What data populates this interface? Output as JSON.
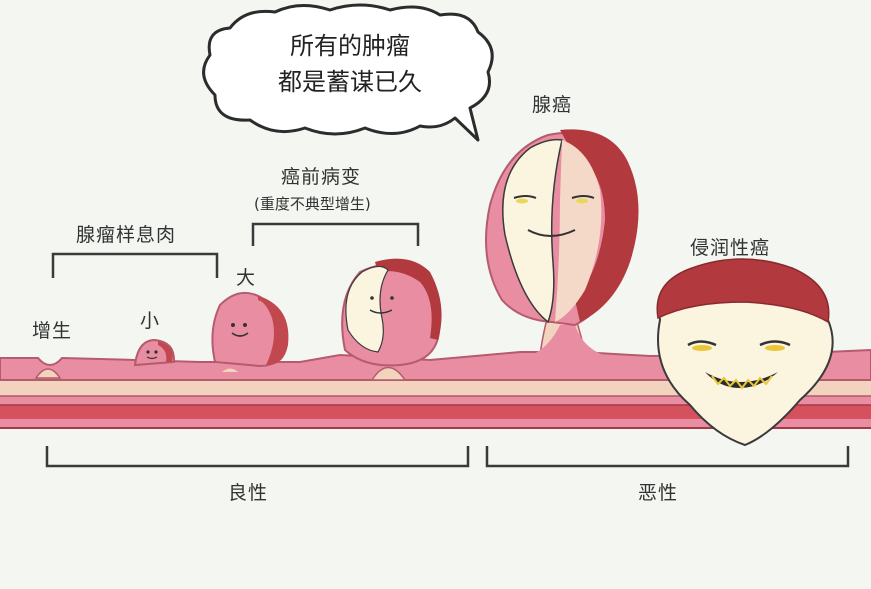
{
  "bubble": {
    "line1": "所有的肿瘤",
    "line2": "都是蓄谋已久"
  },
  "stages": {
    "hyperplasia": "增生",
    "small": "小",
    "large": "大",
    "adenomatous_polyp": "腺瘤样息肉",
    "precancerous": "癌前病变",
    "precancerous_note": "(重度不典型增生)",
    "adenocarcinoma": "腺癌",
    "invasive": "侵润性癌"
  },
  "groups": {
    "benign": "良性",
    "malignant": "恶性"
  },
  "colors": {
    "background": "#f3f6f1",
    "mucosa_pink": "#e98ea2",
    "tissue_beige": "#f2d3bd",
    "muscle_red": "#d4515d",
    "tumor_cream": "#fbf4df",
    "tumor_crust": "#b23a3e",
    "outline": "#3a3a3a"
  }
}
